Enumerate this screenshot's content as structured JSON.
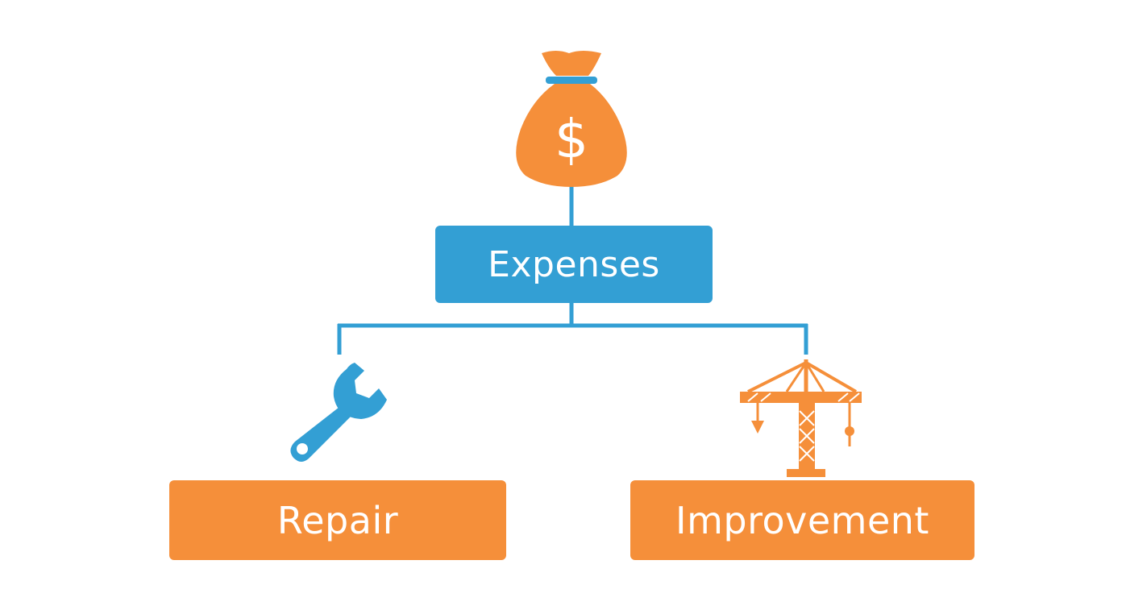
{
  "colors": {
    "accent_blue": "#339fd4",
    "accent_orange": "#f58f3a",
    "text_on_box": "#ffffff"
  },
  "root": {
    "label": "Expenses",
    "icon": "money-bag-icon",
    "icon_symbol": "$"
  },
  "children": [
    {
      "label": "Repair",
      "icon": "wrench-icon"
    },
    {
      "label": "Improvement",
      "icon": "crane-icon"
    }
  ]
}
